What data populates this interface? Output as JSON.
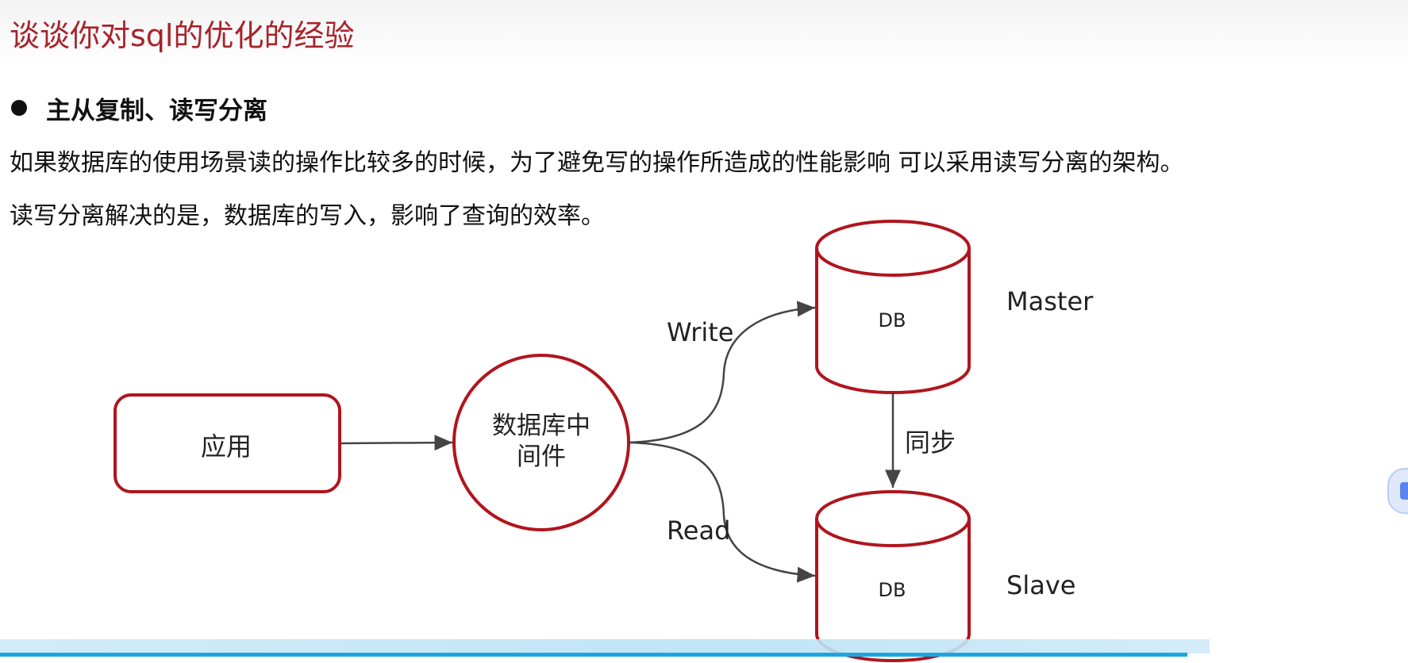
{
  "slide": {
    "title": "谈谈你对sql的优化的经验",
    "bullet_heading": "主从复制、读写分离",
    "paragraph_1": "如果数据库的使用场景读的操作比较多的时候，为了避免写的操作所造成的性能影响 可以采用读写分离的架构。",
    "paragraph_2": "读写分离解决的是，数据库的写入，影响了查询的效率。"
  },
  "diagram": {
    "app": "应用",
    "middleware": "数据库中间件",
    "write": "Write",
    "read": "Read",
    "sync": "同步",
    "master_label": "Master",
    "slave_label": "Slave",
    "db_master": "DB",
    "db_slave": "DB"
  },
  "colors": {
    "accent": "#a8232b",
    "shape_stroke": "#b0151e",
    "arrow": "#444444",
    "progress": "#1ba6e0"
  }
}
